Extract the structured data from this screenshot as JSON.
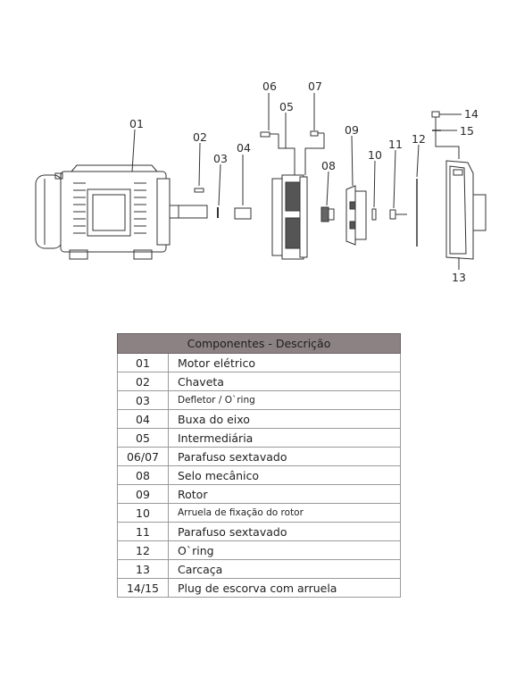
{
  "diagram": {
    "labels": {
      "l01": "01",
      "l02": "02",
      "l03": "03",
      "l04": "04",
      "l05": "05",
      "l06": "06",
      "l07": "07",
      "l08": "08",
      "l09": "09",
      "l10": "10",
      "l11": "11",
      "l12": "12",
      "l13": "13",
      "l14": "14",
      "l15": "15"
    }
  },
  "table": {
    "header": "Componentes - Descrição",
    "rows": [
      {
        "code": "01",
        "desc": "Motor elétrico"
      },
      {
        "code": "02",
        "desc": "Chaveta"
      },
      {
        "code": "03",
        "desc": "Defletor / O`ring"
      },
      {
        "code": "04",
        "desc": "Buxa do eixo"
      },
      {
        "code": "05",
        "desc": "Intermediária"
      },
      {
        "code": "06/07",
        "desc": "Parafuso sextavado"
      },
      {
        "code": "08",
        "desc": "Selo mecânico"
      },
      {
        "code": "09",
        "desc": "Rotor"
      },
      {
        "code": "10",
        "desc": "Arruela de fixação do rotor"
      },
      {
        "code": "11",
        "desc": "Parafuso sextavado"
      },
      {
        "code": "12",
        "desc": "O`ring"
      },
      {
        "code": "13",
        "desc": "Carcaça"
      },
      {
        "code": "14/15",
        "desc": "Plug de escorva com arruela"
      }
    ]
  }
}
